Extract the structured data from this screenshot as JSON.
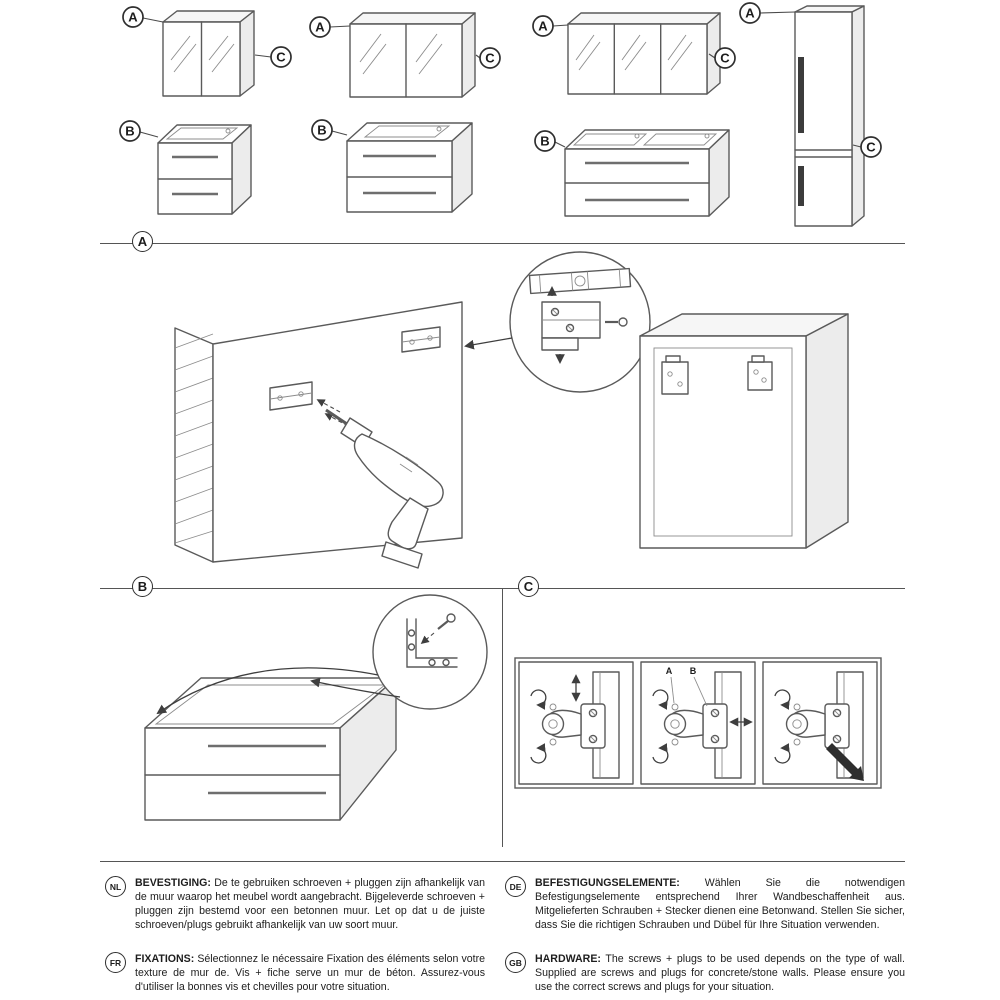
{
  "page": {
    "background": "#ffffff",
    "line_color": "#5a5a5a"
  },
  "labels": {
    "a": "A",
    "b": "B",
    "c": "C"
  },
  "legend": {
    "a_marks": "mirror cabinet / tall cabinet wall mounting",
    "b_marks": "vanity unit wall mounting",
    "c_marks": "door hinge adjustment"
  },
  "notes": {
    "nl": {
      "lang": "NL",
      "title": "BEVESTIGING:",
      "text": "De te gebruiken schroeven + pluggen zijn afhankelijk van de muur waarop het meubel wordt aangebracht. Bijgeleverde schroeven + pluggen zijn bestemd voor een betonnen muur. Let op dat u de juiste schroeven/plugs gebruikt afhankelijk van uw soort muur."
    },
    "fr": {
      "lang": "FR",
      "title": "FIXATIONS:",
      "text": "Sélectionnez le nécessaire Fixation des éléments selon votre texture de mur de. Vis + fiche serve un mur de béton. Assurez-vous d'utiliser la bonnes vis et chevilles pour votre situation."
    },
    "de": {
      "lang": "DE",
      "title": "BEFESTIGUNGSELEMENTE:",
      "text": "Wählen Sie die notwendigen Befestigungselemente entsprechend Ihrer Wandbeschaffenheit aus. Mitgelieferten Schrauben + Stecker dienen eine Betonwand. Stellen Sie sicher, dass Sie die richtigen Schrauben und Dübel für Ihre Situation verwenden."
    },
    "gb": {
      "lang": "GB",
      "title": "HARDWARE:",
      "text": "The screws + plugs to be used depends on the type of wall. Supplied are screws and plugs for concrete/stone walls. Please ensure you use the correct screws and plugs for your situation."
    }
  }
}
